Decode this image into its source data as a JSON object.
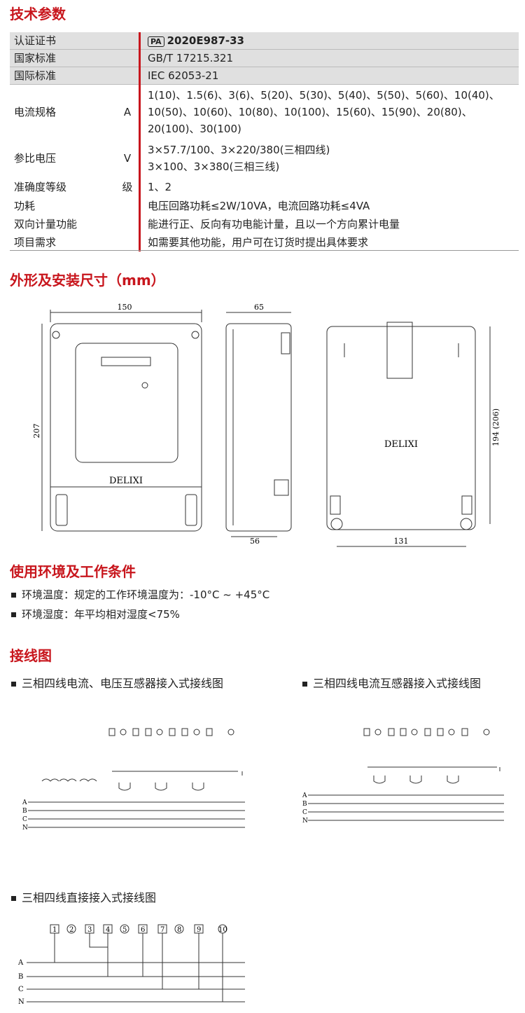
{
  "section1_title": "技术参数",
  "specs": [
    {
      "key": "认证证书",
      "unit": "",
      "badge": "PA",
      "value": "2020E987-33"
    },
    {
      "key": "国家标准",
      "unit": "",
      "value": "GB/T 17215.321"
    },
    {
      "key": "国际标准",
      "unit": "",
      "value": "IEC 62053-21"
    },
    {
      "key": "电流规格",
      "unit": "A",
      "lines": [
        "1(10)、1.5(6)、3(6)、5(20)、5(30)、5(40)、5(50)、5(60)、10(40)、",
        "10(50)、10(60)、10(80)、10(100)、15(60)、15(90)、20(80)、",
        "20(100)、30(100)"
      ]
    },
    {
      "key": "参比电压",
      "unit": "V",
      "lines": [
        "3×57.7/100、3×220/380(三相四线)",
        "3×100、3×380(三相三线)"
      ]
    },
    {
      "key": "准确度等级",
      "unit": "级",
      "value": "1、2"
    },
    {
      "key": "功耗",
      "unit": "",
      "value": "电压回路功耗≤2W/10VA，电流回路功耗≤4VA"
    },
    {
      "key": "双向计量功能",
      "unit": "",
      "value": "能进行正、反向有功电能计量，且以一个方向累计电量"
    },
    {
      "key": "项目需求",
      "unit": "",
      "value": "如需要其他功能，用户可在订货时提出具体要求"
    }
  ],
  "section2_title": "外形及安装尺寸（mm）",
  "dimensions": {
    "front_width": "150",
    "height": "207",
    "side_depth_top": "65",
    "side_depth_bottom": "56",
    "back_height": "194 (206)",
    "back_width": "131",
    "brand": "DELIXI"
  },
  "section3_title": "使用环境及工作条件",
  "env": [
    "环境温度：规定的工作环境温度为：-10°C ~ +45°C",
    "环境湿度：年平均相对湿度<75%"
  ],
  "section4_title": "接线图",
  "diagram_titles": [
    "三相四线电流、电压互感器接入式接线图",
    "三相四线电流互感器接入式接线图",
    "三相四线直接接入式接线图"
  ],
  "terminals": [
    "1",
    "2",
    "3",
    "4",
    "5",
    "6",
    "7",
    "8",
    "9",
    "10"
  ],
  "phases": [
    "A",
    "B",
    "C",
    "N"
  ]
}
